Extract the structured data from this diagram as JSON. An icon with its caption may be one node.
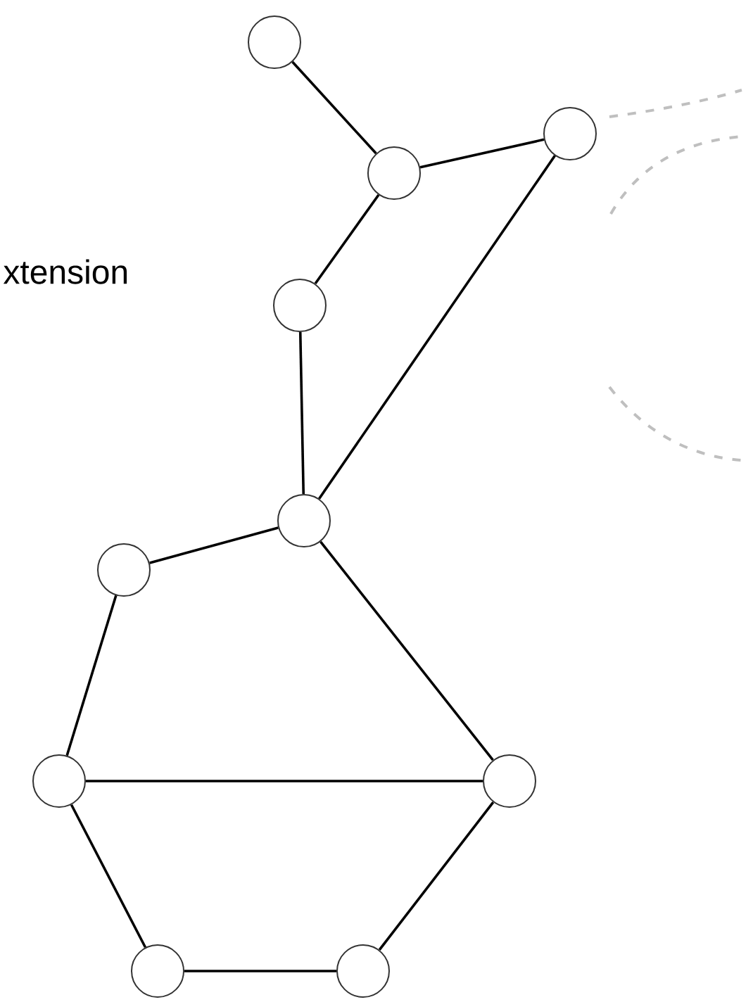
{
  "diagram": {
    "nodes": [
      {
        "text": [],
        "shape": "circle"
      },
      {
        "text": [],
        "shape": "circle"
      },
      {
        "text": [],
        "shape": "circle"
      },
      {
        "text": [],
        "shape": "circle"
      },
      {
        "text": [],
        "shape": "circle"
      },
      {
        "text": [],
        "shape": "circle"
      },
      {
        "text": [],
        "shape": "circle"
      },
      {
        "text": [],
        "shape": "circle"
      },
      {
        "text": [],
        "shape": "circle"
      },
      {
        "text": [],
        "shape": "circle"
      }
    ],
    "edges": [
      {
        "from": 0,
        "to": 1,
        "arrow": "none"
      },
      {
        "from": 1,
        "to": 2,
        "arrow": "none"
      },
      {
        "from": 1,
        "to": 3,
        "arrow": "none"
      },
      {
        "from": 3,
        "to": 4,
        "arrow": "none"
      },
      {
        "from": 2,
        "to": 4,
        "arrow": "none"
      },
      {
        "from": 4,
        "to": 5,
        "arrow": "none"
      },
      {
        "from": 4,
        "to": 7,
        "arrow": "none"
      },
      {
        "from": 5,
        "to": 6,
        "arrow": "none"
      },
      {
        "from": 6,
        "to": 7,
        "arrow": "none"
      },
      {
        "from": 6,
        "to": 8,
        "arrow": "none"
      },
      {
        "from": 8,
        "to": 9,
        "arrow": "none"
      },
      {
        "from": 9,
        "to": 7,
        "arrow": "none"
      }
    ],
    "labels": [
      "xtension"
    ]
  }
}
